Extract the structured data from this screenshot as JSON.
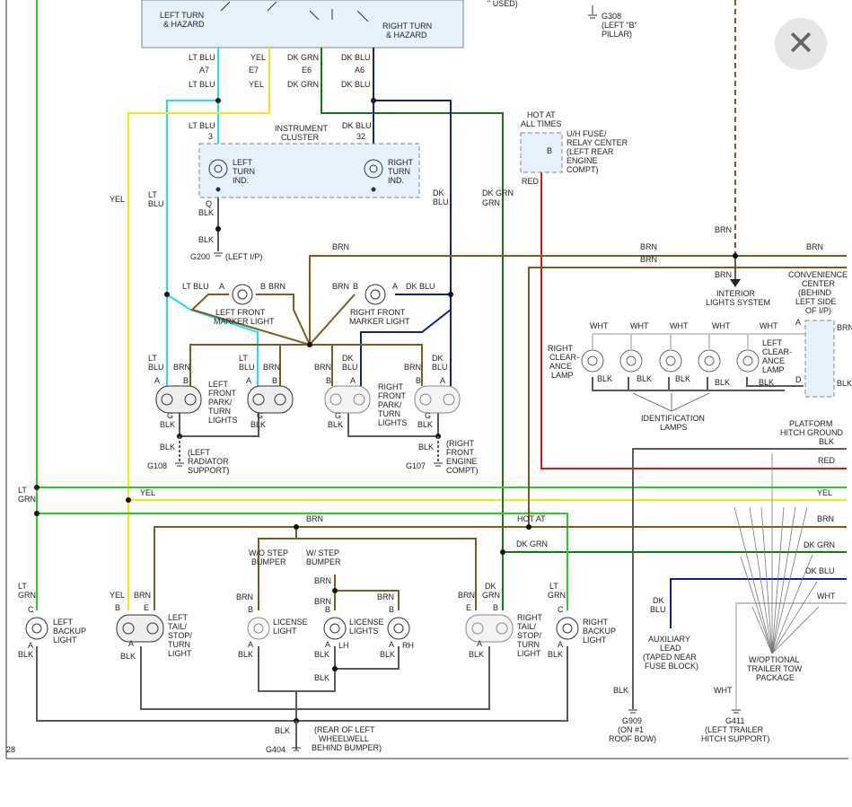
{
  "colors": {
    "lt_blu": "#22ddee",
    "yel": "#f0ea10",
    "dk_grn": "#127a12",
    "dk_blu": "#101f8e",
    "lt_grn": "#2ccb2c",
    "brn": "#7a5e1e",
    "blk": "#5a5a5a",
    "red": "#e01414",
    "wht": "#c8c8c8",
    "box_fill": "#e6f1fb",
    "box_stroke": "#7a8a9a"
  },
  "close_button": {
    "icon": "close-icon",
    "glyph": "✕"
  },
  "labels": {
    "left_turn_hazard": [
      "LEFT TURN",
      "& HAZARD"
    ],
    "right_turn_hazard": [
      "RIGHT TURN",
      "& HAZARD"
    ],
    "used": "\" USED)",
    "g308": [
      "G308",
      "(LEFT \"B\"",
      "PILLAR)"
    ],
    "a7": "A7",
    "e7": "E7",
    "e6": "E6",
    "a6": "A6",
    "lt_blu": "LT BLU",
    "yel": "YEL",
    "dk_grn": "DK GRN",
    "dk_blu": "DK BLU",
    "lt": "LT",
    "blu": "BLU",
    "dk": "DK",
    "grn": "GRN",
    "instrument_cluster": [
      "INSTRUMENT",
      "CLUSTER"
    ],
    "pin3": "3",
    "pin32": "32",
    "pin_q": "Q",
    "left_turn_ind": [
      "LEFT",
      "TURN",
      "IND."
    ],
    "right_turn_ind": [
      "RIGHT",
      "TURN",
      "IND."
    ],
    "blk": "BLK",
    "brn": "BRN",
    "red": "RED",
    "wht": "WHT",
    "g200": "G200",
    "left_ip": "(LEFT I/P)",
    "hot_at_all_times": [
      "HOT AT",
      "ALL TIMES"
    ],
    "uh_fuse": [
      "U/H FUSE/",
      "RELAY CENTER",
      "(LEFT REAR",
      "ENGINE",
      "COMPT)"
    ],
    "pin_b": "B",
    "pin_a": "A",
    "pin_g": "G",
    "pin_c": "C",
    "pin_e": "E",
    "pin_d": "D",
    "lh": "LH",
    "rh": "RH",
    "left_front_marker": [
      "LEFT FRONT",
      "MARKER LIGHT"
    ],
    "right_front_marker": [
      "RIGHT FRONT",
      "MARKER LIGHT"
    ],
    "left_front_park": [
      "LEFT",
      "FRONT",
      "PARK/",
      "TURN",
      "LIGHTS"
    ],
    "right_front_park": [
      "RIGHT",
      "FRONT",
      "PARK/",
      "TURN",
      "LIGHTS"
    ],
    "left_radiator": [
      "(LEFT",
      "RADIATOR",
      "SUPPORT)"
    ],
    "right_front_engine": [
      "(RIGHT",
      "FRONT",
      "ENGINE",
      "COMPT)"
    ],
    "g108": "G108",
    "g107": "G107",
    "interior_lights": [
      "INTERIOR",
      "LIGHTS SYSTEM"
    ],
    "convenience_center": [
      "CONVENIENCE",
      "CENTER",
      "(BEHIND",
      "LEFT SIDE",
      "OF I/P)"
    ],
    "right_clearance": [
      "RIGHT",
      "CLEAR-",
      "ANCE",
      "LAMP"
    ],
    "left_clearance": [
      "LEFT",
      "CLEAR-",
      "ANCE",
      "LAMP"
    ],
    "identification_lamps": [
      "IDENTIFICATION",
      "LAMPS"
    ],
    "platform_hitch": [
      "PLATFORM",
      "HITCH GROUND"
    ],
    "ws_step_bumper": [
      "W/O STEP",
      "BUMPER"
    ],
    "w_step_bumper": [
      "W/ STEP",
      "BUMPER"
    ],
    "left_backup": [
      "LEFT",
      "BACKUP",
      "LIGHT"
    ],
    "left_tail": [
      "LEFT",
      "TAIL/",
      "STOP/",
      "TURN",
      "LIGHT"
    ],
    "license_light": [
      "LICENSE",
      "LIGHT"
    ],
    "license_lights": [
      "LICENSE",
      "LIGHTS"
    ],
    "right_tail": [
      "RIGHT",
      "TAIL/",
      "STOP/",
      "TURN",
      "LIGHT"
    ],
    "right_backup": [
      "RIGHT",
      "BACKUP",
      "LIGHT"
    ],
    "auxiliary_lead": [
      "AUXILIARY",
      "LEAD",
      "(TAPED NEAR",
      "FUSE BLOCK)"
    ],
    "optional_trailer": [
      "W/OPTIONAL",
      "TRAILER TOW",
      "PACKAGE"
    ],
    "g909": [
      "G909",
      "(ON #1",
      "ROOF BOW)"
    ],
    "g411": [
      "G411",
      "(LEFT TRAILER",
      "HITCH SUPPORT)"
    ],
    "g404": "G404",
    "rear_left_wheelwell": [
      "(REAR OF LEFT",
      "WHEELWELL",
      "BEHIND BUMPER)"
    ],
    "page_num": "28"
  }
}
